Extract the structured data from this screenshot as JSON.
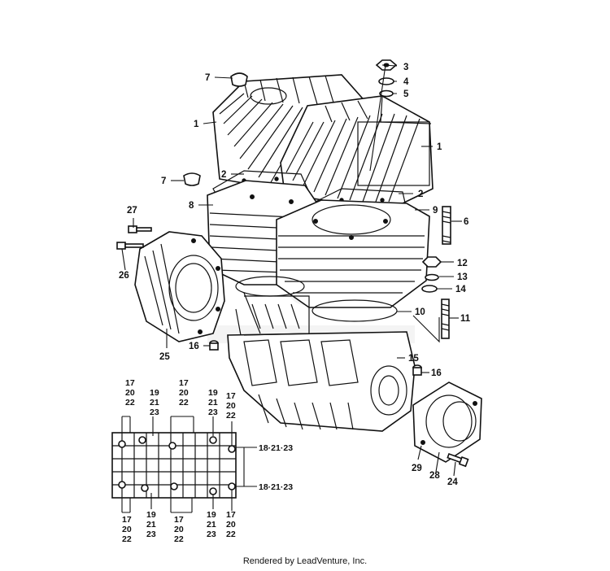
{
  "credit": "Rendered by LeadVenture, Inc.",
  "callouts": {
    "c1a": "1",
    "c1b": "1",
    "c2a": "2",
    "c2b": "2",
    "c3": "3",
    "c4": "4",
    "c5": "5",
    "c6": "6",
    "c7a": "7",
    "c7b": "7",
    "c8": "8",
    "c9": "9",
    "c10": "10",
    "c11": "11",
    "c12": "12",
    "c13": "13",
    "c14": "14",
    "c15": "15",
    "c16a": "16",
    "c16b": "16",
    "c24": "24",
    "c25": "25",
    "c26": "26",
    "c27": "27",
    "c28": "28",
    "c29": "29"
  },
  "stacks": {
    "s172022": [
      "17",
      "20",
      "22"
    ],
    "s192123": [
      "19",
      "21",
      "23"
    ]
  },
  "inline_labels": {
    "r1": "18·21·23",
    "r2": "18·21·23"
  }
}
